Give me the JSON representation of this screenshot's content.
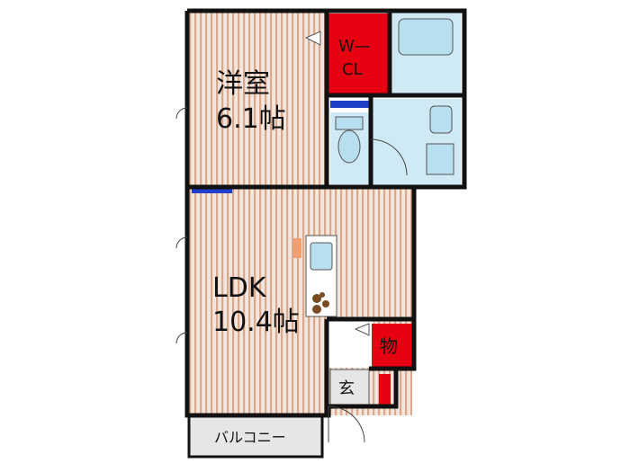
{
  "rooms": {
    "western": {
      "name": "洋室",
      "size": "6.1帖"
    },
    "ldk": {
      "name": "LDK",
      "size": "10.4帖"
    },
    "walk_in_closet": {
      "line1": "W—",
      "line2": "CL"
    },
    "storage": {
      "label": "物"
    },
    "entrance": {
      "label": "玄"
    },
    "balcony": {
      "label": "バルコニー"
    }
  },
  "colors": {
    "wall": "#111111",
    "floor_stripe": "#d9a98d",
    "floor_base": "#f4e6dc",
    "closet_red": "#e60012",
    "wet_area_blue": "#cfe9f5",
    "fixture_blue": "#b7dff0",
    "marker_blue": "#1f3fc8",
    "balcony_gray": "#e6e6e6",
    "orange_accent": "#f0a070",
    "burner_brown": "#7a4a20"
  }
}
